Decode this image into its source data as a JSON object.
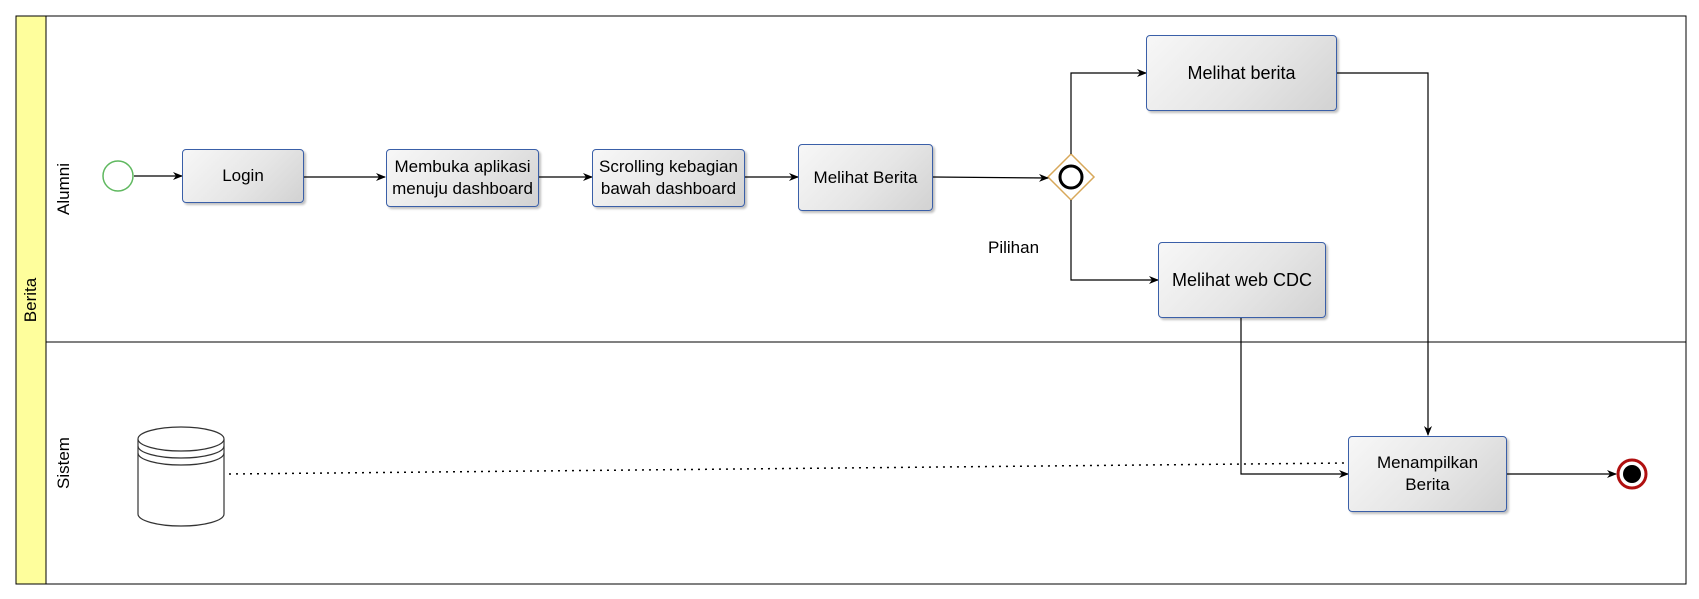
{
  "pool": {
    "label": "Berita"
  },
  "lanes": {
    "alumni": "Alumni",
    "sistem": "Sistem"
  },
  "tasks": {
    "login": "Login",
    "membuka": "Membuka aplikasi\nmenuju dashboard",
    "scrolling": "Scrolling kebagian\nbawah dashboard",
    "melihat_berita_1": "Melihat Berita",
    "melihat_berita_2": "Melihat berita",
    "melihat_web_cdc": "Melihat web CDC",
    "menampilkan": "Menampilkan\nBerita"
  },
  "gateway": {
    "label": "Pilihan"
  },
  "colors": {
    "pool_header": "#fefe9c",
    "task_border": "#3a5fa8",
    "start_event": "#5fb85f",
    "end_event": "#b01010",
    "gateway_border": "#d8a85a"
  }
}
